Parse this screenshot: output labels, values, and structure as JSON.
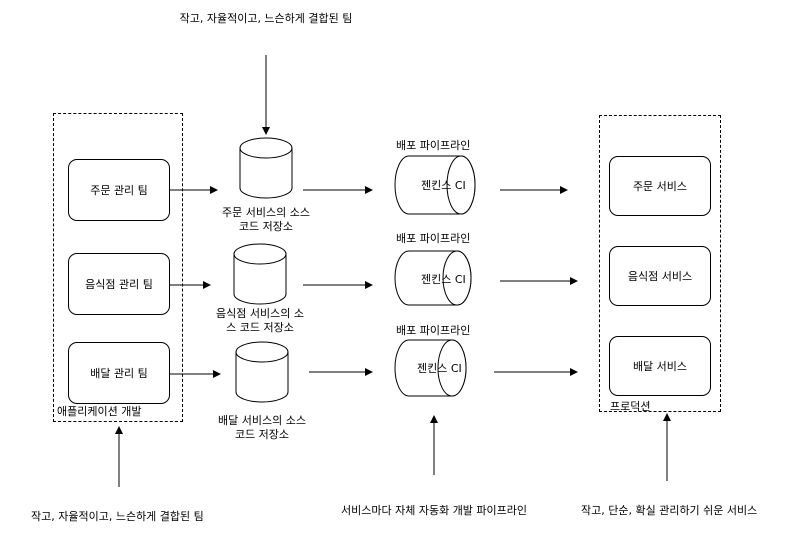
{
  "top_caption": "작고, 자율적이고, 느슨하게 결합된 팀",
  "bottom_captions": {
    "left": "작고, 자율적이고, 느슨하게 결합된 팀",
    "middle": "서비스마다 자체 자동화 개발 파이프라인",
    "right": "작고, 단순, 확실 관리하기 쉬운 서비스"
  },
  "dev_group_label": "애플리케이션 개발",
  "prod_group_label": "프로덕션",
  "teams": [
    "주문 관리 팀",
    "음식점 관리 팀",
    "배달 관리 팀"
  ],
  "repos": [
    {
      "line1": "주문 서비스의 소스",
      "line2": "코드 저장소"
    },
    {
      "line1": "음식점 서비스의 소",
      "line2": "스 코드 저장소"
    },
    {
      "line1": "배달 서비스의 소스",
      "line2": "코드 저장소"
    }
  ],
  "pipelines": [
    {
      "label": "배포 파이프라인",
      "tool": "젠킨스 CI"
    },
    {
      "label": "배포 파이프라인",
      "tool": "젠킨스 CI"
    },
    {
      "label": "배포 파이프라인",
      "tool": "젠킨스 CI"
    }
  ],
  "services": [
    "주문 서비스",
    "음식점 서비스",
    "배달 서비스"
  ]
}
